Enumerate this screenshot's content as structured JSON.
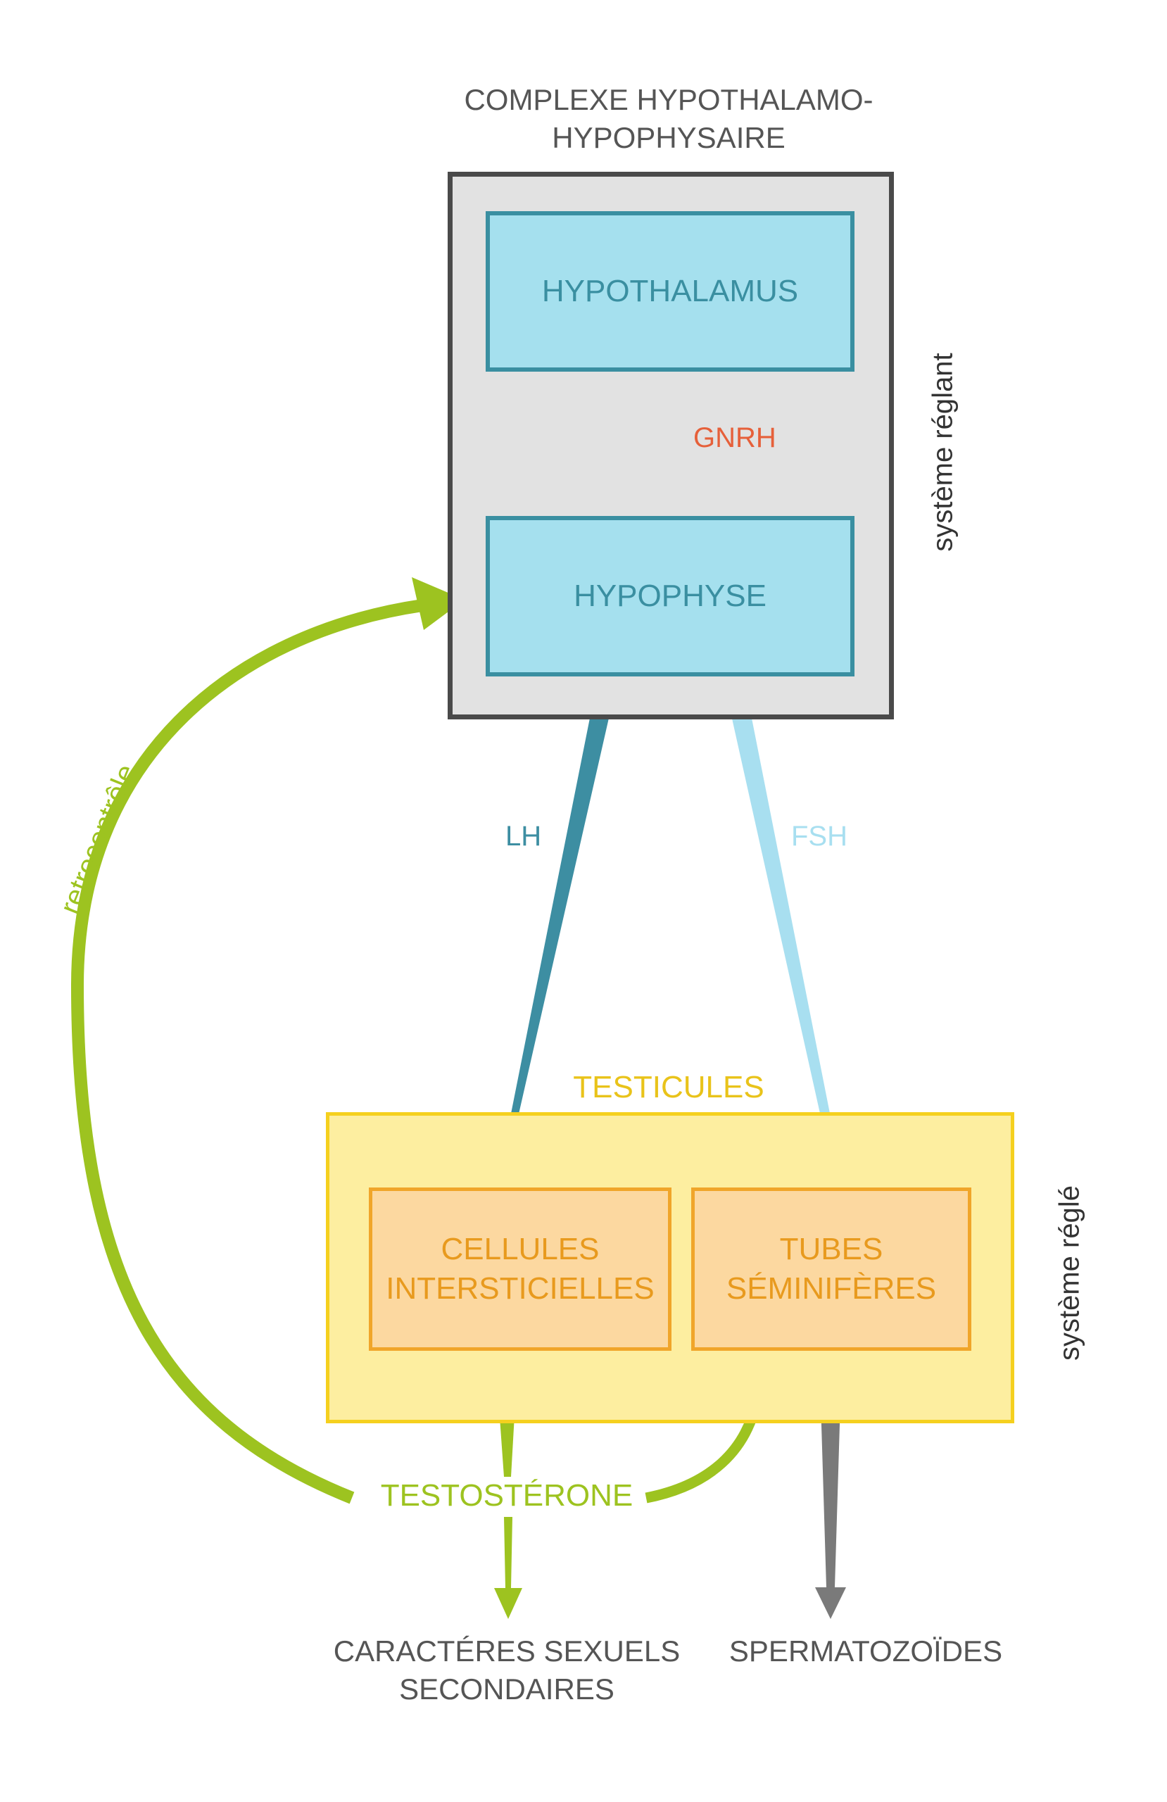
{
  "complex": {
    "title_line1": "COMPLEXE HYPOTHALAMO-",
    "title_line2": "HYPOPHYSAIRE",
    "side_label": "système réglant",
    "hypothalamus": "HYPOTHALAMUS",
    "hypophyse": "HYPOPHYSE",
    "gnrh": "GNRH"
  },
  "hormones": {
    "lh": "LH",
    "fsh": "FSH",
    "testosterone": "TESTOSTÉRONE",
    "retrocontrole": "retrocontrôle"
  },
  "testicules": {
    "title": "TESTICULES",
    "side_label": "système réglé",
    "cellules_line1": "CELLULES",
    "cellules_line2": "INTERSTICIELLES",
    "tubes_line1": "TUBES",
    "tubes_line2": "SÉMINIFÈRES"
  },
  "outputs": {
    "caracteres_line1": "CARACTÉRES SEXUELS",
    "caracteres_line2": "SECONDAIRES",
    "spermatozoides": "SPERMATOZOÏDES"
  },
  "colors": {
    "gray_box_fill": "#e2e2e2",
    "gray_box_border": "#4a4a4a",
    "cyan_fill": "#a5e0ee",
    "cyan_border": "#3a8fa1",
    "cyan_text": "#3a8fa1",
    "gnrh_red": "#e6603a",
    "lh_dark_teal": "#3d8ea2",
    "fsh_light_blue": "#a8dff0",
    "yellow_fill": "#fdeea0",
    "yellow_border": "#f5d01e",
    "yellow_text": "#e9c31a",
    "orange_fill": "#fcd8a0",
    "orange_border": "#f0a52a",
    "orange_text": "#e89a1e",
    "green": "#9dc320",
    "gray_text": "#555555",
    "gray_arrow": "#7a7a7a"
  }
}
